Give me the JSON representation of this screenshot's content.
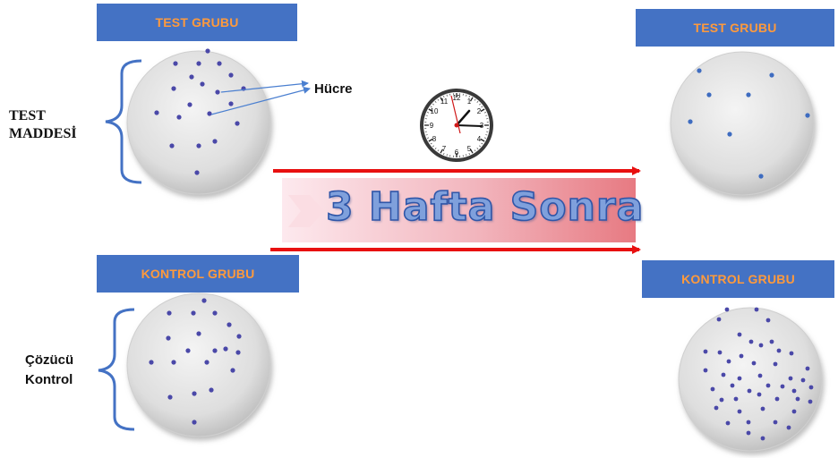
{
  "headers": {
    "test_left": "TEST GRUBU",
    "control_left": "KONTROL GRUBU",
    "test_right": "TEST GRUBU",
    "control_right": "KONTROL GRUBU"
  },
  "labels": {
    "test_substance_line1": "TEST",
    "test_substance_line2": "MADDESİ",
    "solvent_line1": "Çözücü",
    "solvent_line2": "Kontrol",
    "cell": "Hücre"
  },
  "banner": {
    "text": "3 Hafta Sonra"
  },
  "clock": {
    "numerals": [
      "12",
      "1",
      "2",
      "3",
      "4",
      "5",
      "6",
      "7",
      "8",
      "9",
      "10",
      "11"
    ]
  },
  "colors": {
    "header_bg": "#4472c4",
    "header_text": "#ff9a3c",
    "arrow": "#e81010",
    "cell_dot": "#4a48a8",
    "banner_text": "#7fa0dc"
  }
}
